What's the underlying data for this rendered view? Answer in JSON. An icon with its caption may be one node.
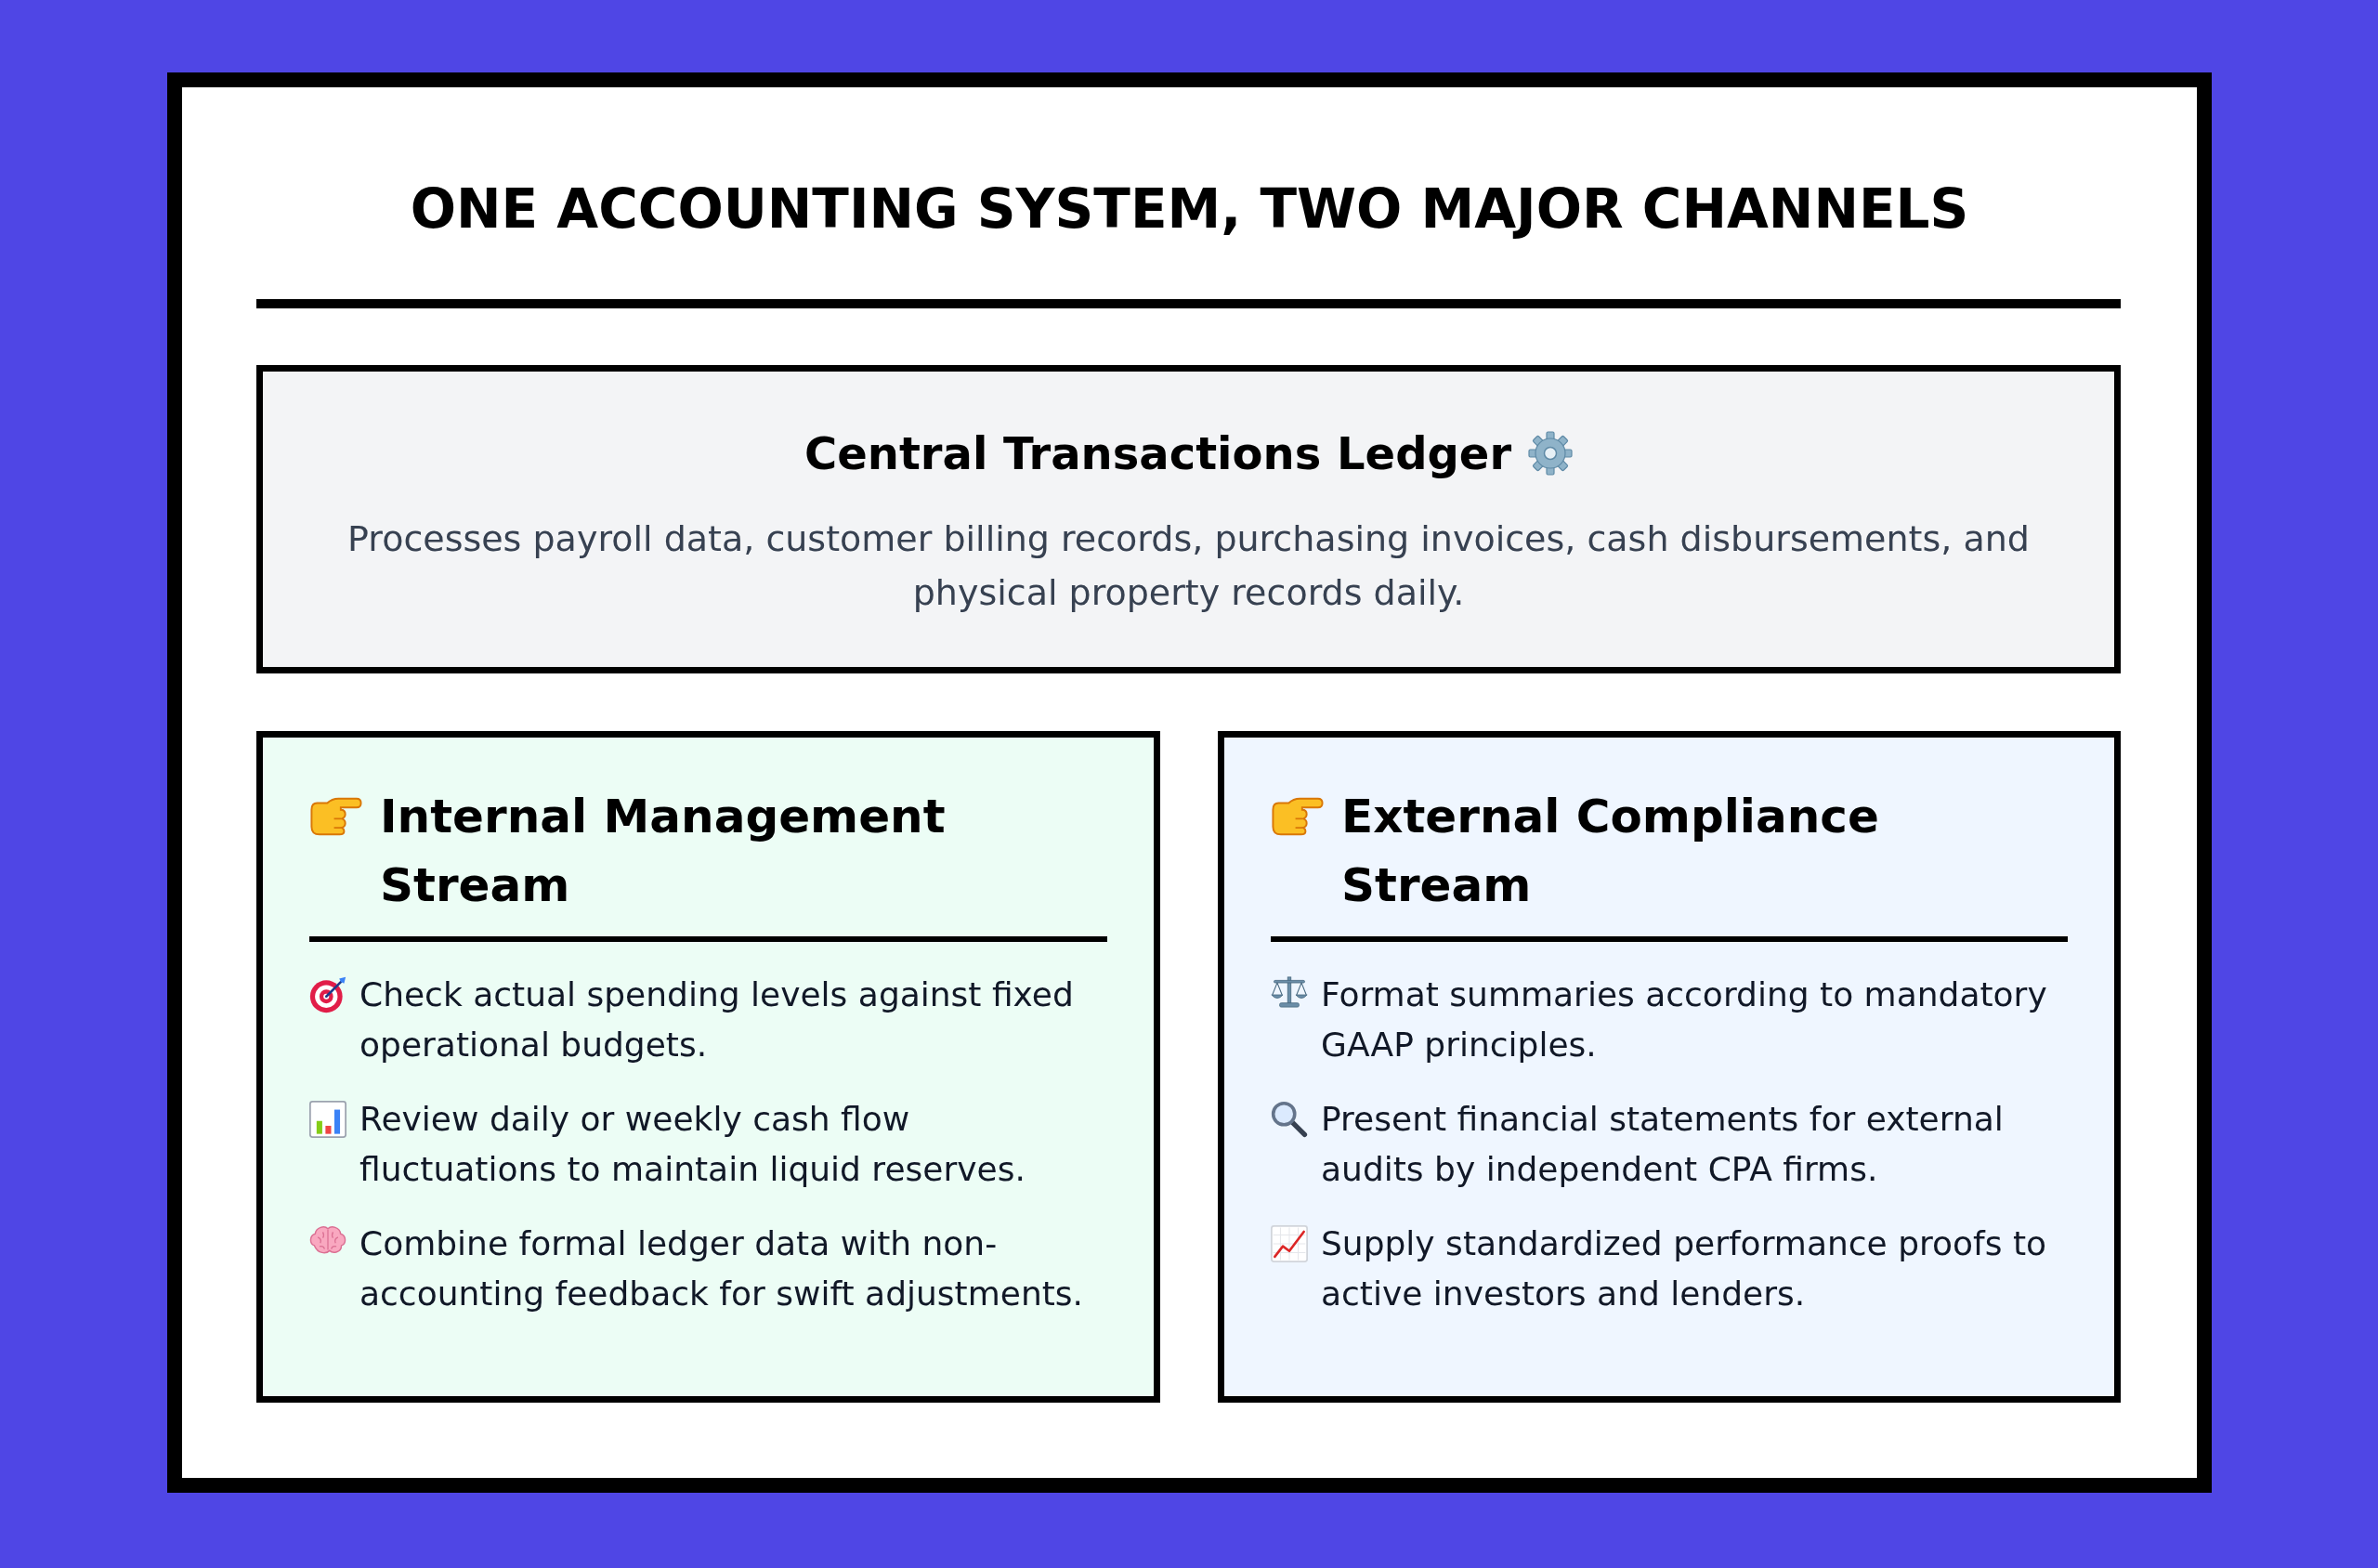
{
  "diagram": {
    "title": "ONE ACCOUNTING SYSTEM, TWO MAJOR CHANNELS",
    "nodes": [
      {
        "text": [
          "Central Transactions Ledger",
          "Processes payroll data, customer billing records, purchasing invoices, cash disbursements, and physical property records daily."
        ]
      },
      {
        "text": [
          "Internal Management Stream",
          "Check actual spending levels against fixed operational budgets.",
          "Review daily or weekly cash flow fluctuations to maintain liquid reserves.",
          "Combine formal ledger data with non-accounting feedback for swift adjustments."
        ]
      },
      {
        "text": [
          "External Compliance Stream",
          "Format summaries according to mandatory GAAP principles.",
          "Present financial statements for external audits by independent CPA firms.",
          "Supply standardized performance proofs to active investors and lenders."
        ]
      }
    ]
  }
}
